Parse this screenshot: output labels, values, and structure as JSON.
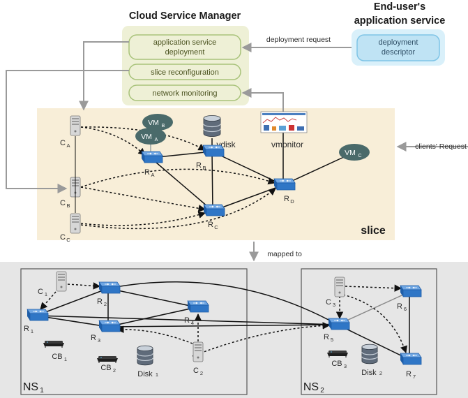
{
  "manager": {
    "title": "Cloud Service Manager",
    "items": {
      "deployment_line1": "application service",
      "deployment_line2": "deployment",
      "reconfiguration": "slice reconfiguration",
      "monitoring": "network monitoring"
    }
  },
  "end_user": {
    "title_line1": "End-user's",
    "title_line2": "application service",
    "descriptor_line1": "deployment",
    "descriptor_line2": "descriptor"
  },
  "arrows": {
    "deployment_request": "deployment request",
    "clients_request": "clients' Request",
    "mapped_to": "mapped to"
  },
  "slice": {
    "label": "slice",
    "vms": [
      {
        "main": "VM",
        "sub": "B"
      },
      {
        "main": "VM",
        "sub": "A"
      },
      {
        "main": "VM",
        "sub": "C"
      }
    ],
    "vdisk": "vdisk",
    "vmonitor": "vmonitor",
    "clients": [
      {
        "main": "C",
        "sub": "A"
      },
      {
        "main": "C",
        "sub": "B"
      },
      {
        "main": "C",
        "sub": "C"
      }
    ],
    "routers": [
      {
        "main": "R",
        "sub": "A"
      },
      {
        "main": "R",
        "sub": "B"
      },
      {
        "main": "R",
        "sub": "C"
      },
      {
        "main": "R",
        "sub": "D"
      }
    ]
  },
  "ns1": {
    "label_main": "NS",
    "label_sub": "1",
    "routers": [
      {
        "main": "R",
        "sub": "1"
      },
      {
        "main": "R",
        "sub": "2"
      },
      {
        "main": "R",
        "sub": "3"
      },
      {
        "main": "R",
        "sub": "4"
      }
    ],
    "clients": [
      {
        "main": "C",
        "sub": "1"
      },
      {
        "main": "C",
        "sub": "2"
      }
    ],
    "cbs": [
      {
        "main": "CB",
        "sub": "1"
      },
      {
        "main": "CB",
        "sub": "2"
      }
    ],
    "disk": {
      "main": "Disk",
      "sub": "1"
    }
  },
  "ns2": {
    "label_main": "NS",
    "label_sub": "2",
    "routers": [
      {
        "main": "R",
        "sub": "5"
      },
      {
        "main": "R",
        "sub": "6"
      },
      {
        "main": "R",
        "sub": "7"
      }
    ],
    "clients": [
      {
        "main": "C",
        "sub": "3"
      }
    ],
    "cbs": [
      {
        "main": "CB",
        "sub": "3"
      }
    ],
    "disk": {
      "main": "Disk",
      "sub": "2"
    }
  },
  "colors": {
    "manager_bg": "#eef0d6",
    "pill_border": "#a8c27a",
    "descriptor_bg": "#bfe3f4",
    "descriptor_border": "#7fc4e6",
    "slice_bg": "#f8eed8",
    "physical_bg": "#e6e6e6",
    "router": "#2f76c6",
    "vm": "#4a6a6a"
  }
}
